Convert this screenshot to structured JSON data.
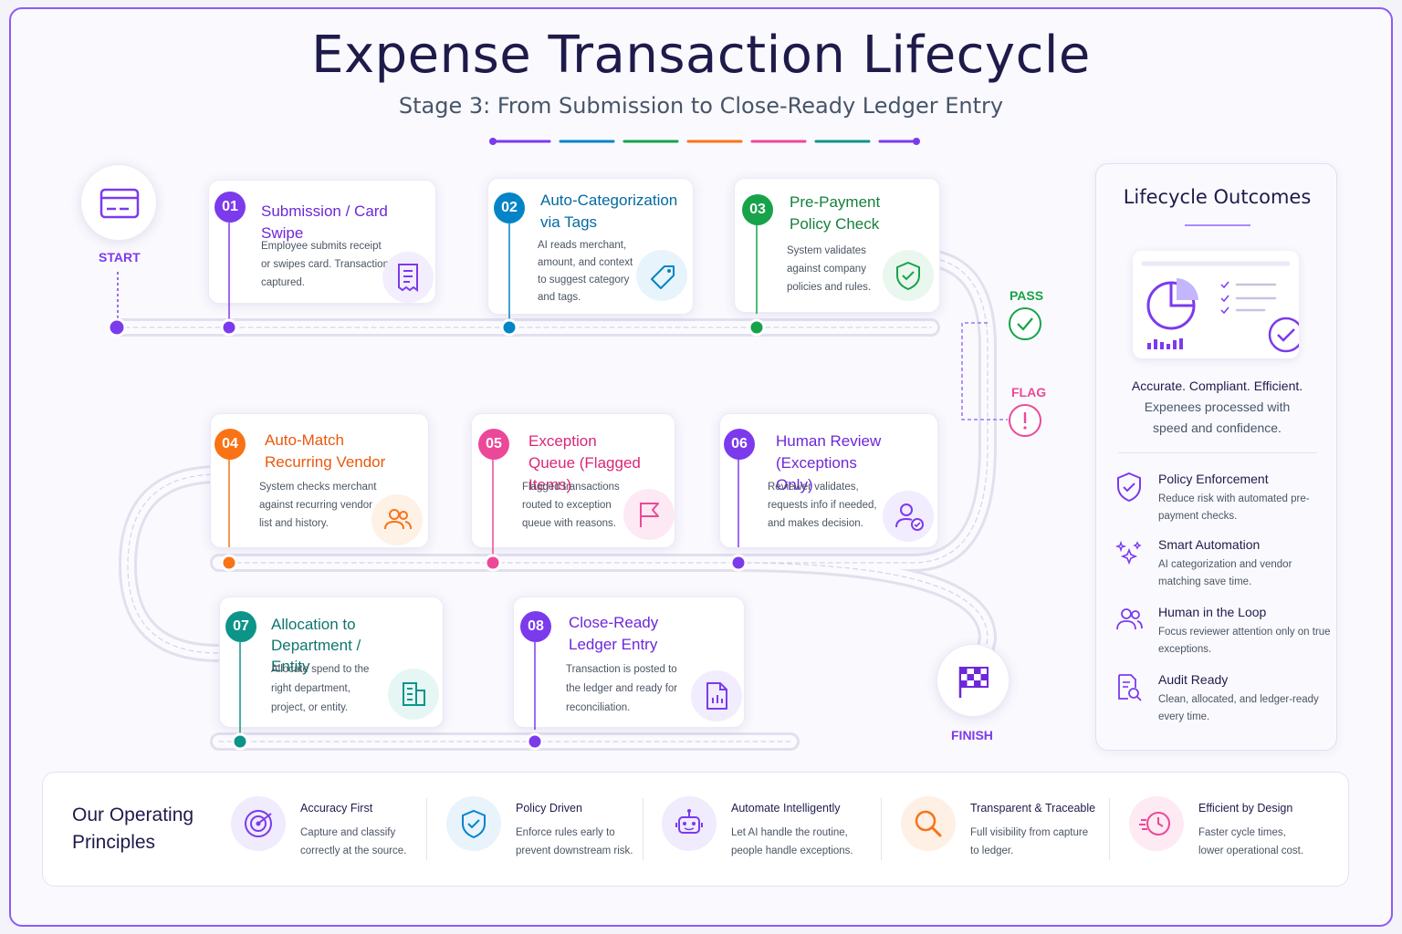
{
  "header": {
    "title": "Expense Transaction Lifecycle",
    "subtitle": "Stage 3: From Submission to Close-Ready Ledger Entry"
  },
  "flow": {
    "start_label": "START",
    "finish_label": "FINISH",
    "pass_label": "PASS",
    "flag_label": "FLAG"
  },
  "steps": [
    {
      "num": "01",
      "title": "Submission / Card Swipe",
      "desc": "Employee submits receipt or swipes card. Transaction captured.",
      "color": "#7c3aed",
      "icon": "receipt-icon"
    },
    {
      "num": "02",
      "title": "Auto-Categorization via Tags",
      "desc": "AI reads merchant, amount, and context to suggest category and tags.",
      "color": "#0284c7",
      "icon": "tag-icon"
    },
    {
      "num": "03",
      "title": "Pre-Payment Policy Check",
      "desc": "System validates against company policies and rules.",
      "color": "#16a34a",
      "icon": "shield-check-icon"
    },
    {
      "num": "04",
      "title": "Auto-Match Recurring Vendor",
      "desc": "System checks merchant against recurring vendor list and history.",
      "color": "#f97316",
      "icon": "users-icon"
    },
    {
      "num": "05",
      "title": "Exception Queue (Flagged Items)",
      "desc": "Flagged transactions routed to exception queue with reasons.",
      "color": "#ec4899",
      "icon": "flag-icon"
    },
    {
      "num": "06",
      "title": "Human Review (Exceptions Only)",
      "desc": "Reviewer validates, requests info if needed, and makes decision.",
      "color": "#7c3aed",
      "icon": "user-check-icon"
    },
    {
      "num": "07",
      "title": "Allocation to Department / Entity",
      "desc": "Allocate spend to the right department, project, or entity.",
      "color": "#0d9488",
      "icon": "building-icon"
    },
    {
      "num": "08",
      "title": "Close-Ready Ledger Entry",
      "desc": "Transaction is posted to the ledger and ready for reconciliation.",
      "color": "#7c3aed",
      "icon": "document-chart-icon"
    }
  ],
  "outcomes": {
    "title": "Lifecycle Outcomes",
    "summary_1": "Accurate. Compliant. Efficient.",
    "summary_2": "Expenees processed with speed and confidence.",
    "items": [
      {
        "title": "Policy Enforcement",
        "desc": "Reduce risk with automated pre-payment checks.",
        "icon": "shield-check-icon"
      },
      {
        "title": "Smart Automation",
        "desc": "AI categorization and vendor matching save time.",
        "icon": "sparkle-icon"
      },
      {
        "title": "Human in the Loop",
        "desc": "Focus reviewer attention only on true exceptions.",
        "icon": "users-icon"
      },
      {
        "title": "Audit Ready",
        "desc": "Clean, allocated, and ledger-ready every time.",
        "icon": "document-search-icon"
      }
    ]
  },
  "principles": {
    "title_1": "Our Operating",
    "title_2": "Principles",
    "items": [
      {
        "title": "Accuracy First",
        "desc": "Capture and classify correctly at the source.",
        "icon": "target-icon",
        "color": "#7c3aed"
      },
      {
        "title": "Policy Driven",
        "desc": "Enforce rules early to prevent downstream risk.",
        "icon": "shield-check-icon",
        "color": "#0284c7"
      },
      {
        "title": "Automate Intelligently",
        "desc": "Let AI handle the routine, people handle exceptions.",
        "icon": "robot-icon",
        "color": "#7c3aed"
      },
      {
        "title": "Transparent & Traceable",
        "desc": "Full visibility from capture to ledger.",
        "icon": "magnifier-icon",
        "color": "#f97316"
      },
      {
        "title": "Efficient by Design",
        "desc": "Faster cycle times, lower operational cost.",
        "icon": "fast-clock-icon",
        "color": "#ec4899"
      }
    ]
  }
}
